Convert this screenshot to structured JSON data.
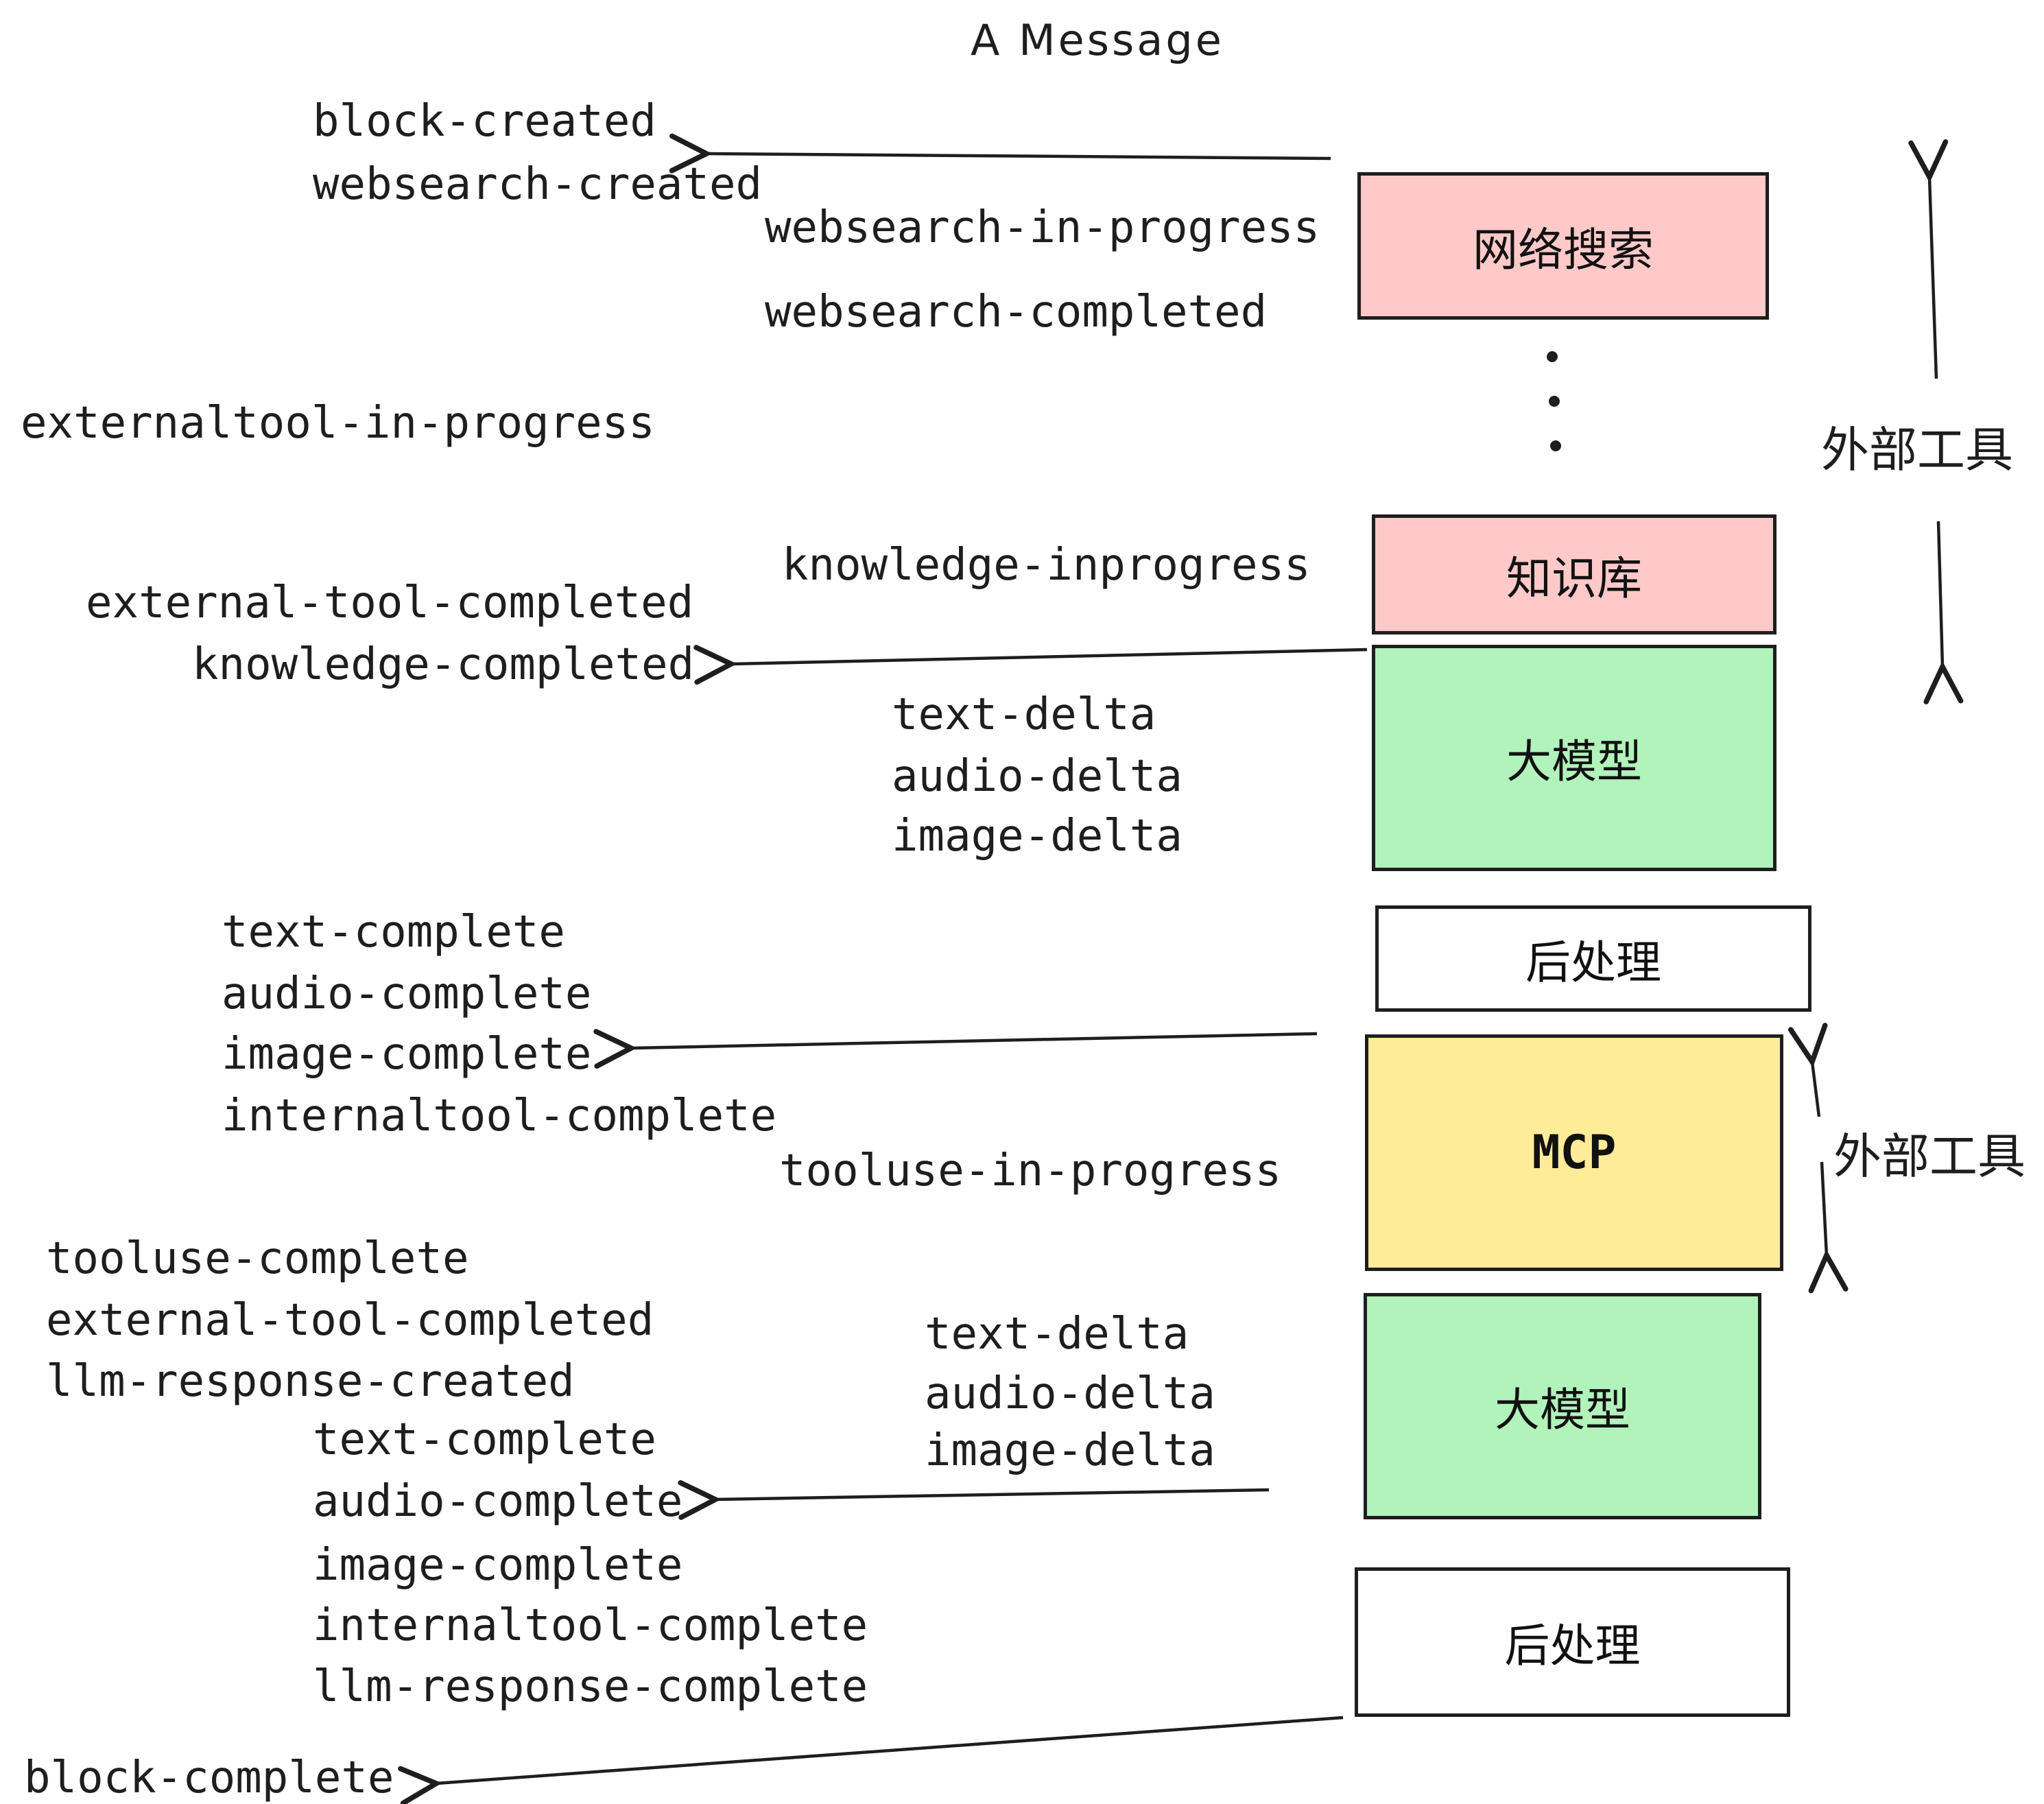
{
  "title": "A Message",
  "colors": {
    "ink": "#1e1e1e",
    "pink_fill": "#ffc9c9",
    "green_fill": "#b2f2bb",
    "yellow_fill": "#ffec99",
    "white_fill": "#ffffff"
  },
  "boxes": {
    "websearch": "网络搜索",
    "knowledge": "知识库",
    "llm1": "大模型",
    "post1": "后处理",
    "mcp": "MCP",
    "llm2": "大模型",
    "post2": "后处理"
  },
  "side_labels": {
    "external_tool_top": "外部工具",
    "external_tool_mid": "外部工具"
  },
  "events": {
    "block_created": "block-created",
    "websearch_created": "websearch-created",
    "websearch_in_progress": "websearch-in-progress",
    "websearch_completed": "websearch-completed",
    "externaltool_in_progress": "externaltool-in-progress",
    "knowledge_inprogress": "knowledge-inprogress",
    "external_tool_completed_1": "external-tool-completed",
    "knowledge_completed": "knowledge-completed",
    "text_delta_1": "text-delta",
    "audio_delta_1": "audio-delta",
    "image_delta_1": "image-delta",
    "text_complete_1": "text-complete",
    "audio_complete_1": "audio-complete",
    "image_complete_1": "image-complete",
    "internaltool_complete_1": "internaltool-complete",
    "tooluse_in_progress": "tooluse-in-progress",
    "tooluse_complete": "tooluse-complete",
    "external_tool_completed_2": "external-tool-completed",
    "llm_response_created": "llm-response-created",
    "text_delta_2": "text-delta",
    "audio_delta_2": "audio-delta",
    "image_delta_2": "image-delta",
    "text_complete_2": "text-complete",
    "audio_complete_2": "audio-complete",
    "image_complete_2": "image-complete",
    "internaltool_complete_2": "internaltool-complete",
    "llm_response_complete": "llm-response-complete",
    "block_complete": "block-complete"
  }
}
